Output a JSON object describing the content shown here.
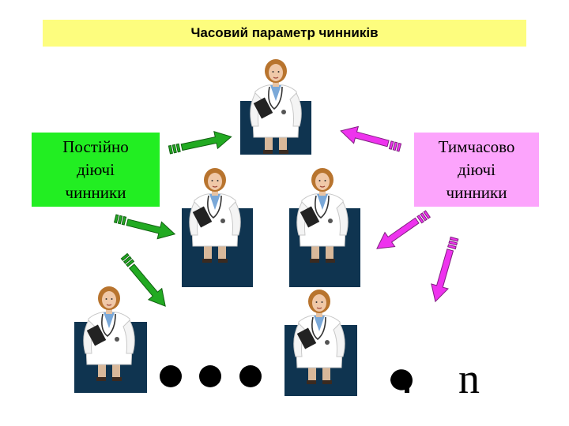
{
  "title": "Часовий параметр чинників",
  "left_box": {
    "label": "Постійно\nдіючі\nчинники",
    "color": "#22ee22"
  },
  "right_box": {
    "label": "Тимчасово\nдіючі\nчинники",
    "color": "#fca4fc"
  },
  "n_label": "n",
  "colors": {
    "green_arrow": "#22aa22",
    "magenta_arrow": "#ee33ee",
    "card_bg": "#0f3450",
    "title_bg": "#fdfd7e"
  },
  "icons": [
    "doctor-icon",
    "arrow-icon",
    "ellipsis-dot"
  ]
}
